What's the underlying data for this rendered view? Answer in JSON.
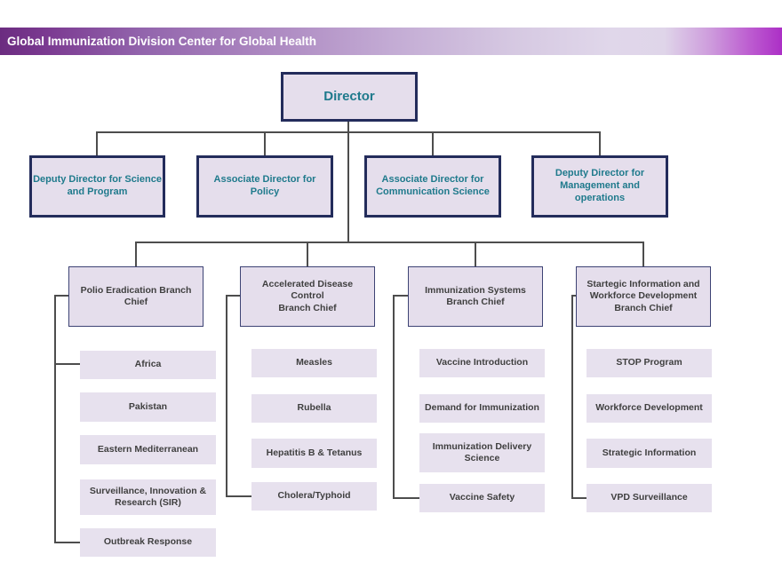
{
  "header": {
    "title": "Global Immunization Division Center for Global Health"
  },
  "director": {
    "label": "Director"
  },
  "executives": [
    {
      "label": "Deputy Director for Science\nand Program"
    },
    {
      "label": "Associate Director for Policy"
    },
    {
      "label": "Associate Director for\nCommunication Science"
    },
    {
      "label": "Deputy Director for\nManagement and\noperations"
    }
  ],
  "branches": [
    {
      "chief": "Polio Eradication Branch\nChief",
      "items": [
        "Africa",
        "Pakistan",
        "Eastern Mediterranean",
        "Surveillance, Innovation &\nResearch (SIR)",
        "Outbreak Response"
      ]
    },
    {
      "chief": "Accelerated Disease Control\nBranch Chief",
      "items": [
        "Measles",
        "Rubella",
        "Hepatitis B & Tetanus",
        "Cholera/Typhoid"
      ]
    },
    {
      "chief": "Immunization Systems\nBranch Chief",
      "items": [
        "Vaccine Introduction",
        "Demand for Immunization",
        "Immunization Delivery\nScience",
        "Vaccine Safety"
      ]
    },
    {
      "chief": "Startegic Information and\nWorkforce Development\nBranch Chief",
      "items": [
        "STOP Program",
        "Workforce Development",
        "Strategic Information",
        "VPD Surveillance"
      ]
    }
  ],
  "colors": {
    "header_gradient_start": "#6B2C80",
    "header_gradient_light": "#E0D7EA",
    "header_gradient_end": "#AC2FC6",
    "box_fill": "#E5DEEC",
    "sub_box_fill": "#E7E1EE",
    "box_border_dark_navy": "#232C5B",
    "chief_border": "#3D4374",
    "teal_text": "#1F7A8C",
    "dark_text": "#3F3F3F",
    "connector": "#4D4D4D"
  }
}
